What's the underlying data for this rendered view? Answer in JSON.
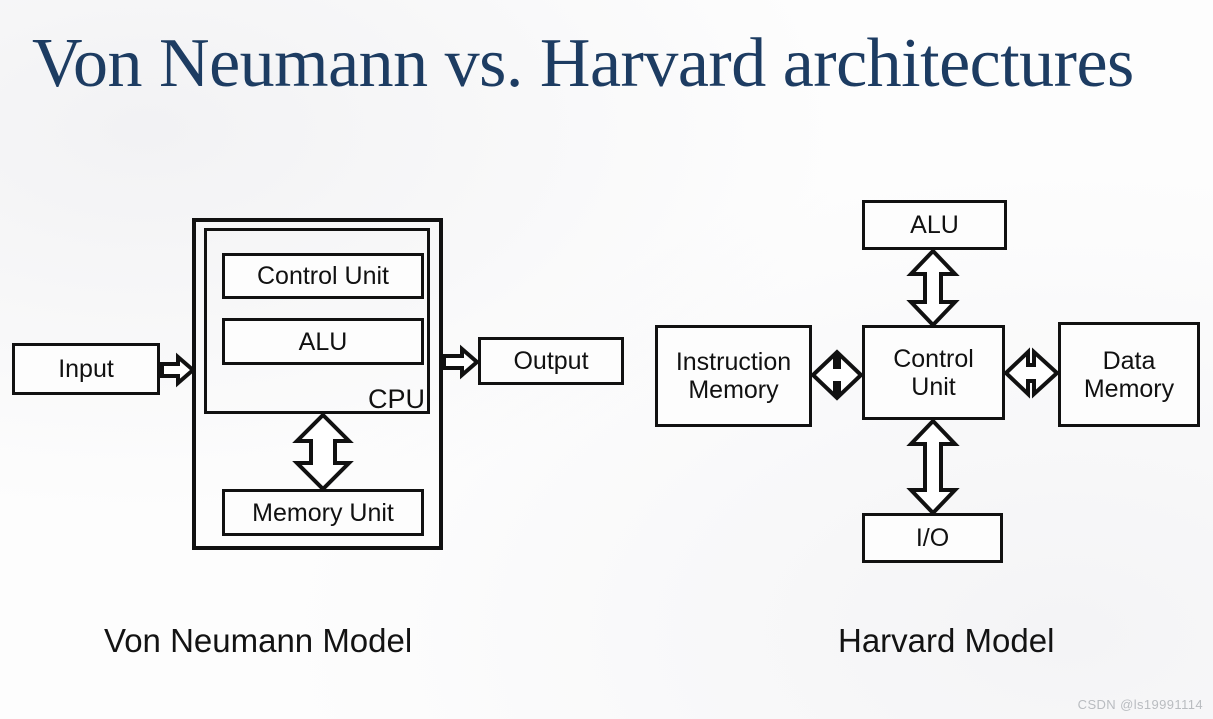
{
  "slide": {
    "title": "Von Neumann vs. Harvard architectures",
    "title_color": "#1d3c62",
    "background_color": "#fdfdfd",
    "stroke_color": "#111111",
    "watermark": "CSDN @ls19991114"
  },
  "von_neumann": {
    "caption": "Von Neumann Model",
    "cpu_label": "CPU",
    "boxes": {
      "input": "Input",
      "output": "Output",
      "control_unit": "Control Unit",
      "alu": "ALU",
      "memory_unit": "Memory Unit"
    },
    "connections": [
      {
        "from": "Input",
        "to": "CPU",
        "style": "single-arrow-right"
      },
      {
        "from": "CPU",
        "to": "Output",
        "style": "single-arrow-right"
      },
      {
        "from": "CPU",
        "to": "Memory Unit",
        "style": "double-arrow-vertical"
      }
    ]
  },
  "harvard": {
    "caption": "Harvard Model",
    "boxes": {
      "alu": "ALU",
      "instruction_memory": "Instruction\nMemory",
      "instruction_memory_line1": "Instruction",
      "instruction_memory_line2": "Memory",
      "control_unit_line1": "Control",
      "control_unit_line2": "Unit",
      "data_memory_line1": "Data",
      "data_memory_line2": "Memory",
      "io": "I/O"
    },
    "connections": [
      {
        "from": "Control Unit",
        "to": "ALU",
        "style": "double-arrow-vertical"
      },
      {
        "from": "Instruction Memory",
        "to": "Control Unit",
        "style": "double-arrow-horizontal"
      },
      {
        "from": "Control Unit",
        "to": "Data Memory",
        "style": "double-arrow-horizontal"
      },
      {
        "from": "Control Unit",
        "to": "I/O",
        "style": "double-arrow-vertical"
      }
    ]
  }
}
